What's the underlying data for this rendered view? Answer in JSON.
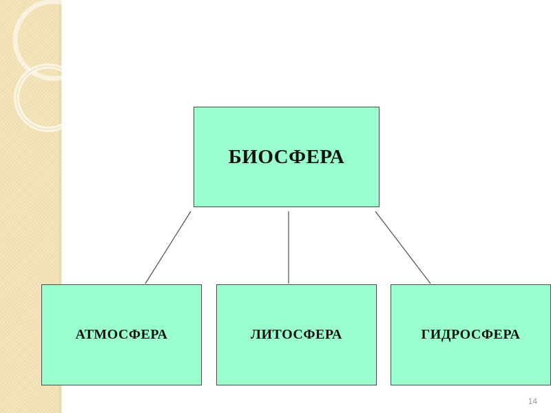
{
  "diagram": {
    "root": {
      "label": "БИОСФЕРА"
    },
    "children": [
      {
        "label": "АТМОСФЕРА"
      },
      {
        "label": "ЛИТОСФЕРА"
      },
      {
        "label": "ГИДРОСФЕРА"
      }
    ],
    "box_fill": "#99ffcc",
    "box_border": "#4d4d4d",
    "connector_color": "#4d4d4d"
  },
  "slide": {
    "page_number": "14",
    "sidebar_color": "#f2e2b6"
  }
}
